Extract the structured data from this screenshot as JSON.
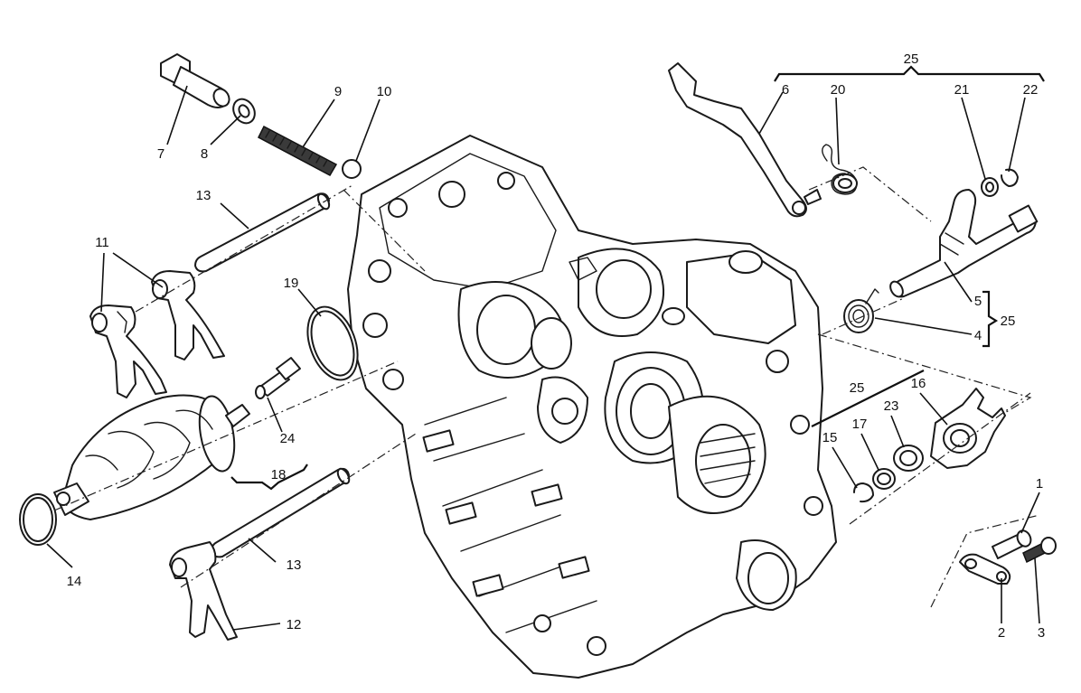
{
  "callouts": {
    "c1": "1",
    "c2": "2",
    "c3": "3",
    "c4": "4",
    "c5": "5",
    "c6": "6",
    "c7": "7",
    "c8": "8",
    "c9": "9",
    "c10": "10",
    "c11": "11",
    "c12": "12",
    "c13a": "13",
    "c13b": "13",
    "c14": "14",
    "c15": "15",
    "c16": "16",
    "c17": "17",
    "c18": "18",
    "c19": "19",
    "c20": "20",
    "c21": "21",
    "c22": "22",
    "c23": "23",
    "c24": "24",
    "c25a": "25",
    "c25b": "25",
    "c25c": "25"
  },
  "icons": {
    "crankcase": "gearbox-half-crankcase-drawing",
    "drum": "selector-drum-drawing",
    "forks": "selector-fork-drawing",
    "rods": "fork-rod-drawing",
    "shaft": "gearshift-shaft-drawing"
  }
}
